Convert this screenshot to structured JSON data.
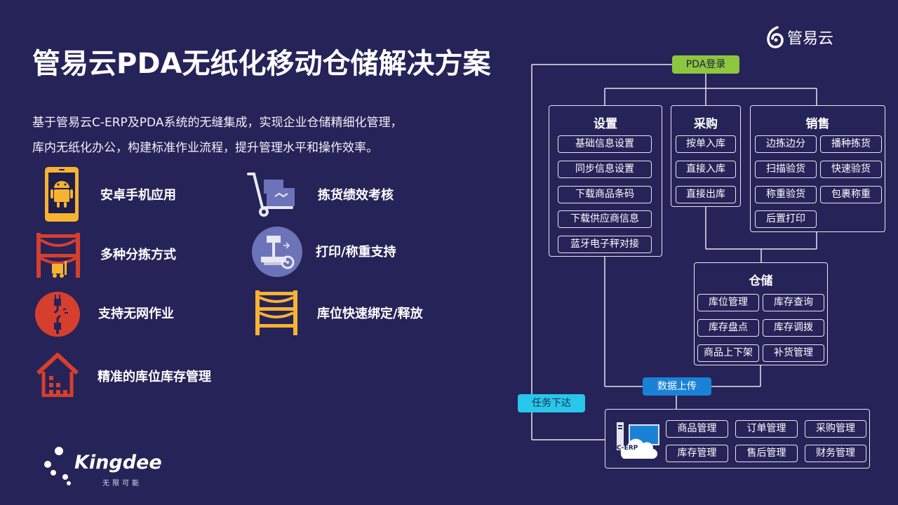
{
  "title": "管易云PDA无纸化移动仓储解决方案",
  "intro": [
    "基于管易云C-ERP及PDA系统的无缝集成，实现企业仓储精细化管理，",
    "库内无纸化办公，构建标准作业流程，提升管理水平和操作效率。"
  ],
  "brand": {
    "name": "管易云"
  },
  "features": [
    {
      "label": "安卓手机应用",
      "icon": "android-phone-icon"
    },
    {
      "label": "拣货绩效考核",
      "icon": "hand-truck-icon"
    },
    {
      "label": "多种分拣方式",
      "icon": "warehouse-shelf-forklift-icon"
    },
    {
      "label": "打印/称重支持",
      "icon": "scale-printer-icon"
    },
    {
      "label": "支持无网作业",
      "icon": "unplugged-icon"
    },
    {
      "label": "库位快速绑定/释放",
      "icon": "storage-rack-icon"
    },
    {
      "label": "精准的库位库存管理",
      "icon": "warehouse-house-icon"
    }
  ],
  "kingdee": {
    "name": "Kingdee",
    "slogan": "无限可能"
  },
  "diagram": {
    "login": "PDA登录",
    "settings": {
      "title": "设置",
      "items": [
        "基础信息设置",
        "同步信息设置",
        "下载商品条码",
        "下载供应商信息",
        "蓝牙电子秤对接"
      ]
    },
    "purchase": {
      "title": "采购",
      "items": [
        "按单入库",
        "直接入库",
        "直接出库"
      ]
    },
    "sales": {
      "title": "销售",
      "items": [
        "边拣边分",
        "播种拣货",
        "扫描验货",
        "快速验货",
        "称重验货",
        "包裹称重",
        "后置打印"
      ]
    },
    "storage": {
      "title": "仓储",
      "items": [
        "库位管理",
        "库存查询",
        "库存盘点",
        "库存调拨",
        "商品上下架",
        "补货管理"
      ]
    },
    "upload": "数据上传",
    "dispatch": "任务下达",
    "erp": {
      "logo_text": "C-ERP",
      "items": [
        "商品管理",
        "订单管理",
        "采购管理",
        "库存管理",
        "售后管理",
        "财务管理"
      ]
    }
  },
  "colors": {
    "background": "#252358",
    "login_green": "#8dc63f",
    "upload_blue": "#1a82d6",
    "dispatch_cyan": "#29c6ec",
    "icon_orange": "#f6b332",
    "icon_red": "#d63f2d",
    "icon_purple": "#6c73b8"
  }
}
